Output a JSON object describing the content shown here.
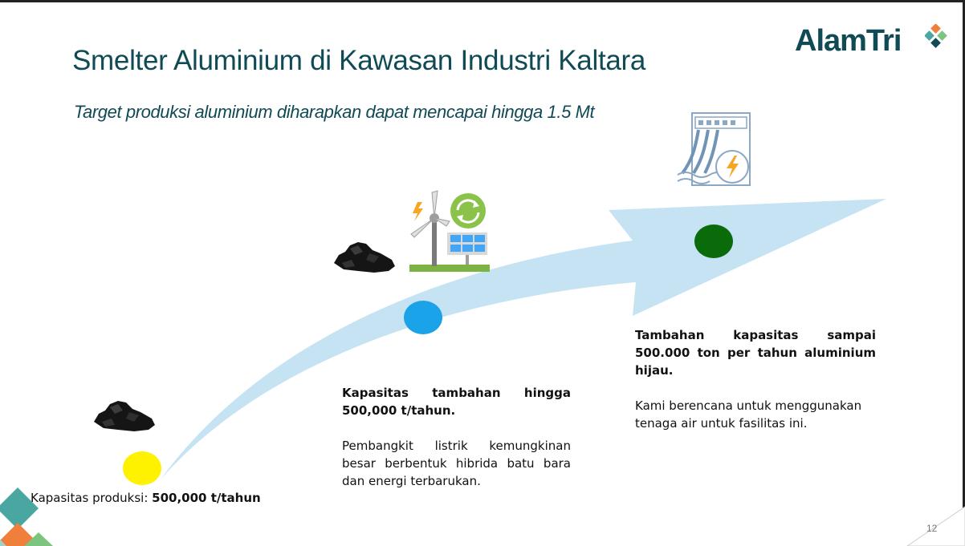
{
  "slide": {
    "title": "Smelter Aluminium di Kawasan Industri Kaltara",
    "subtitle": "Target produksi aluminium diharapkan  dapat mencapai  hingga 1.5 Mt",
    "logo_text": "AlamTri",
    "page_number": "12"
  },
  "stages": [
    {
      "label_prefix": "Kapasitas produksi: ",
      "label_value": "500,000 t/tahun",
      "dot_color": "#fff200"
    },
    {
      "heading_line1": "Kapasitas tambahan hingga",
      "heading_line2": "500,000 t/tahun.",
      "body_line1": "Pembangkit listrik kemungkinan",
      "body_line2": "besar berbentuk hibrida batu bara",
      "body_line3": "dan energi terbarukan.",
      "dot_color": "#1aa3e8"
    },
    {
      "heading_line1": "Tambahan kapasitas sampai",
      "heading_line2": "500.000 ton per tahun aluminium",
      "heading_line3": "hijau.",
      "body_line1": "Kami berencana untuk menggunakan",
      "body_line2": "tenaga air untuk fasilitas ini.",
      "dot_color": "#0a6b0a"
    }
  ],
  "icons": {
    "coal": "coal-icon",
    "renewable": "renewable-energy-icon",
    "hydro": "hydropower-dam-icon"
  },
  "colors": {
    "title": "#0f4a55",
    "arrow": "#c6e3f3",
    "corner_orange": "#f07f3c",
    "corner_teal": "#4aa6a0"
  }
}
